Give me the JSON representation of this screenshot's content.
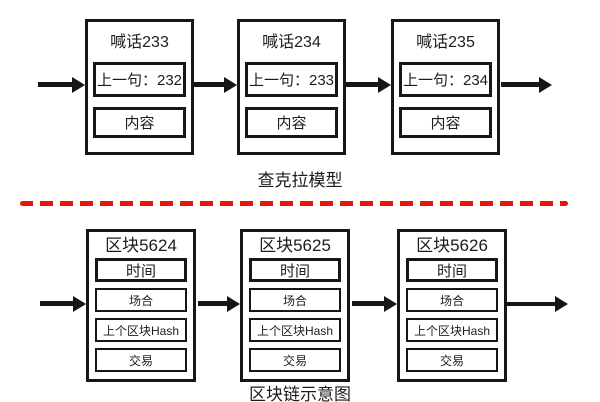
{
  "top_section": {
    "caption": "查克拉模型",
    "boxes": [
      {
        "title": "喊话233",
        "prev": "上一句：232",
        "content": "内容"
      },
      {
        "title": "喊话234",
        "prev": "上一句：233",
        "content": "内容"
      },
      {
        "title": "喊话235",
        "prev": "上一句：234",
        "content": "内容"
      }
    ]
  },
  "divider": {
    "style": "dashed"
  },
  "bottom_section": {
    "caption": "区块链示意图",
    "blocks": [
      {
        "title": "区块5624",
        "fields": [
          "时间",
          "场合",
          "上个区块Hash",
          "交易"
        ]
      },
      {
        "title": "区块5625",
        "fields": [
          "时间",
          "场合",
          "上个区块Hash",
          "交易"
        ]
      },
      {
        "title": "区块5626",
        "fields": [
          "时间",
          "场合",
          "上个区块Hash",
          "交易"
        ]
      }
    ]
  },
  "colors": {
    "line": "#161616",
    "text": "#1c1c1c",
    "divider_red": "#e8150d",
    "background": "#ffffff"
  }
}
